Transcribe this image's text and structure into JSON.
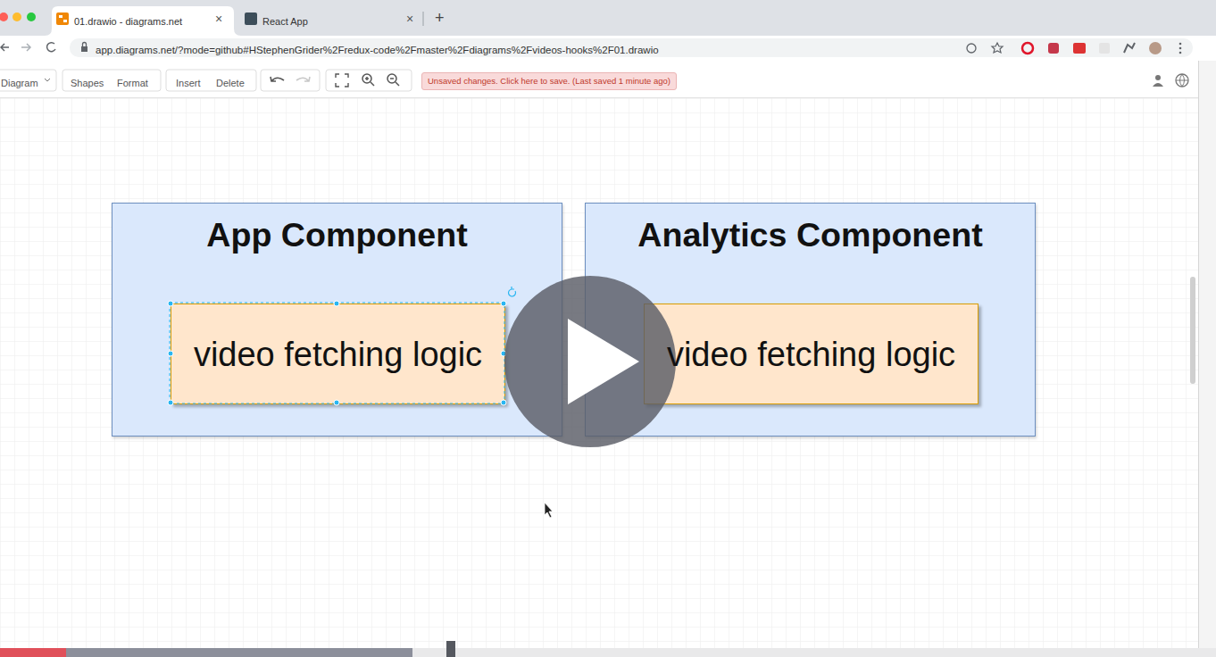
{
  "diagram": {
    "nodes": [
      {
        "text": [
          "App Component"
        ]
      },
      {
        "text": [
          "video fetching logic"
        ],
        "in": 0
      },
      {
        "text": [
          "Analytics Component"
        ]
      },
      {
        "text": [
          "video fetching logic"
        ],
        "in": 2
      }
    ],
    "labels": [
      "01.drawio - diagrams.net",
      "×",
      "React App",
      "×",
      "+",
      "app.diagrams.net/?mode=github#HStephenGrider%2Fredux-code%2Fmaster%2Fdiagrams%2Fvideos-hooks%2F01.drawio",
      "Diagram",
      "Shapes",
      "Format",
      "Insert",
      "Delete",
      "Unsaved changes. Click here to save. (Last saved 1 minute ago)"
    ]
  }
}
